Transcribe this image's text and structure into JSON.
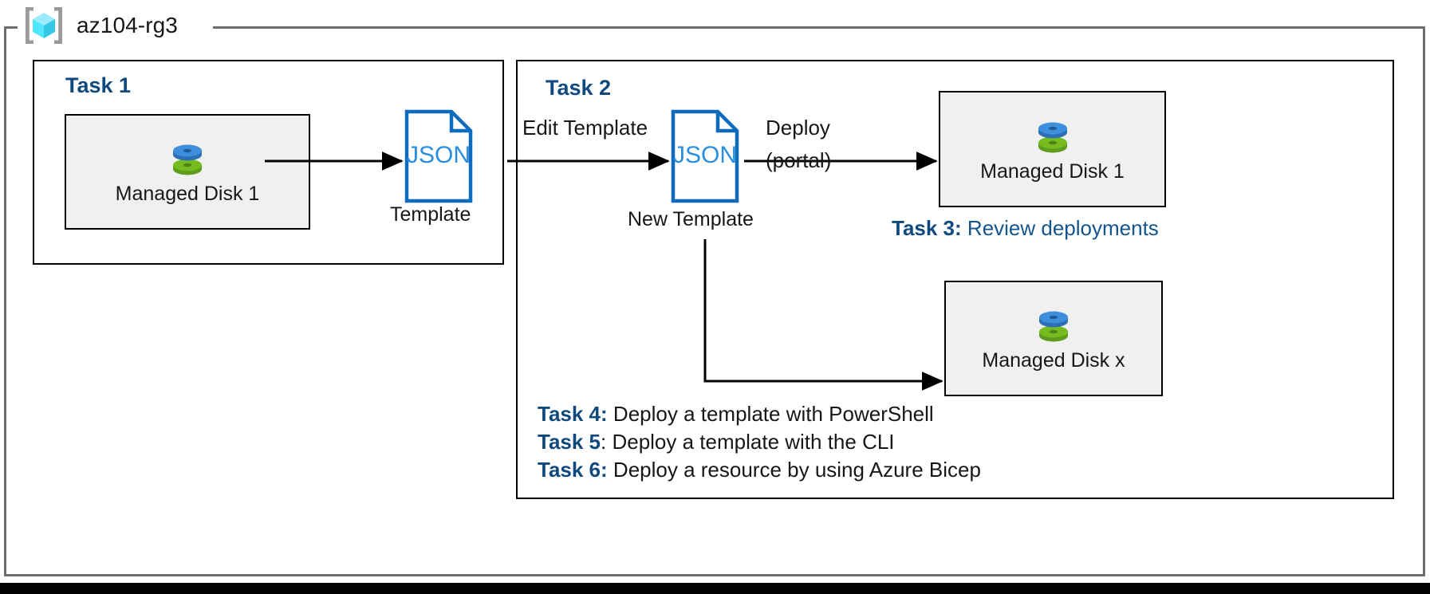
{
  "resource_group": {
    "name": "az104-rg3",
    "icon": "azure-resource-group-icon"
  },
  "task1": {
    "heading": "Task 1",
    "disk": {
      "label": "Managed Disk 1",
      "icon": "managed-disk-icon"
    },
    "template": {
      "doc_text": "JSON",
      "caption": "Template",
      "icon": "json-document-icon"
    }
  },
  "task2": {
    "heading": "Task 2",
    "edge_edit_label": "Edit Template",
    "new_template": {
      "doc_text": "JSON",
      "caption": "New Template",
      "icon": "json-document-icon"
    },
    "edge_deploy_line1": "Deploy",
    "edge_deploy_line2": "(portal)",
    "disk_portal": {
      "label": "Managed Disk 1",
      "icon": "managed-disk-icon"
    },
    "disk_scripted": {
      "label": "Managed Disk x",
      "icon": "managed-disk-icon"
    }
  },
  "notes": {
    "task3": {
      "tag": "Task 3:",
      "text": " Review deployments"
    },
    "task4": {
      "tag": "Task 4:",
      "text": " Deploy a template with PowerShell"
    },
    "task5": {
      "tag": "Task 5",
      "text": ": Deploy a template with the CLI"
    },
    "task6": {
      "tag": "Task 6:",
      "text": " Deploy a resource by using Azure Bicep"
    }
  },
  "colors": {
    "task_heading_blue": "#10497E",
    "task3_text_blue": "#13558C",
    "json_outline_blue": "#0F6CBD",
    "json_text_blue": "#2B8FDE",
    "resource_group_frame_gray": "#6E6E6E",
    "disk_box_fill": "#F0F0F0",
    "disk_blue": "#3E8EDE",
    "disk_green": "#76BC21",
    "cube_cyan": "#50E6FF"
  }
}
